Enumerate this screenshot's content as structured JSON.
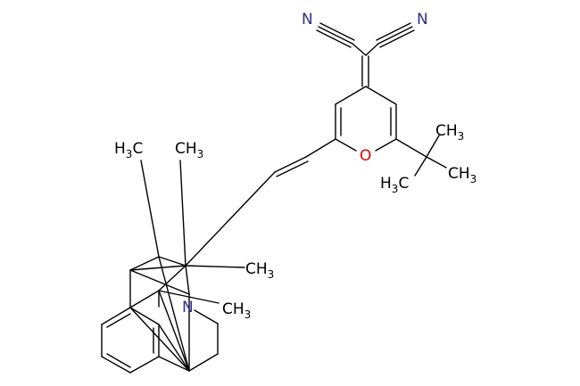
{
  "colors": {
    "bond": "#000000",
    "carbon_label": "#000000",
    "nitrogen_label": "#2f2f8f",
    "oxygen_label": "#e00000",
    "background": "#ffffff"
  },
  "molecule": {
    "atom_labels": {
      "n_cyano_left": "N",
      "n_cyano_right": "N",
      "o_pyran": "O",
      "n_julolidine": "N",
      "tbu_ch3_top_main": "CH",
      "tbu_ch3_top_sub": "3",
      "tbu_ch3_right_main": "CH",
      "tbu_ch3_right_sub": "3",
      "tbu_h3c_main": "C",
      "tbu_h3c_pre": "H",
      "tbu_h3c_sub": "3",
      "jul_h3c_main": "C",
      "jul_h3c_pre": "H",
      "jul_h3c_sub": "3",
      "jul_ch3_top_main": "CH",
      "jul_ch3_top_sub": "3",
      "jul_ch3_mid_main": "CH",
      "jul_ch3_mid_sub": "3",
      "jul_ch3_low_main": "CH",
      "jul_ch3_low_sub": "3"
    }
  }
}
